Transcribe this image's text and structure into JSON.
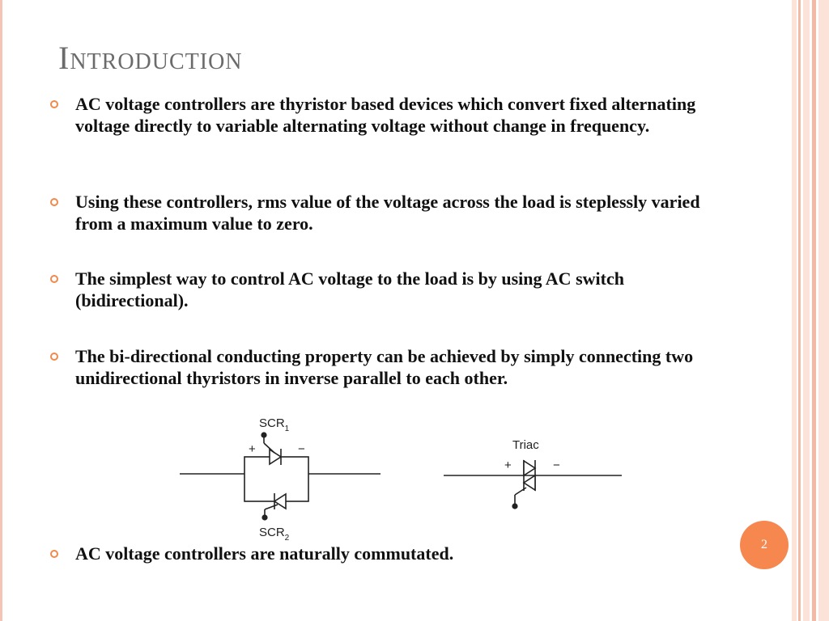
{
  "slide": {
    "title": "Introduction",
    "bullets": [
      "AC voltage controllers are thyristor based devices which convert fixed alternating voltage directly to variable alternating voltage without change in frequency.",
      "Using these controllers, rms value of the voltage across the load is steplessly varied from a maximum value to zero.",
      "The simplest way to control AC voltage to the load is by using AC switch (bidirectional).",
      "The bi-directional conducting property can be achieved by simply connecting two unidirectional thyristors in inverse parallel to each other.",
      "AC voltage controllers are naturally commutated."
    ],
    "page_number": "2"
  },
  "diagram": {
    "scr1": "SCR",
    "scr1_sub": "1",
    "scr2": "SCR",
    "scr2_sub": "2",
    "triac": "Triac",
    "plus": "+",
    "minus": "−"
  },
  "colors": {
    "accent": "#f5874f",
    "title": "#6b6b6b",
    "stripe_light": "#fbe3da",
    "stripe_mid": "#f4b9a5"
  }
}
